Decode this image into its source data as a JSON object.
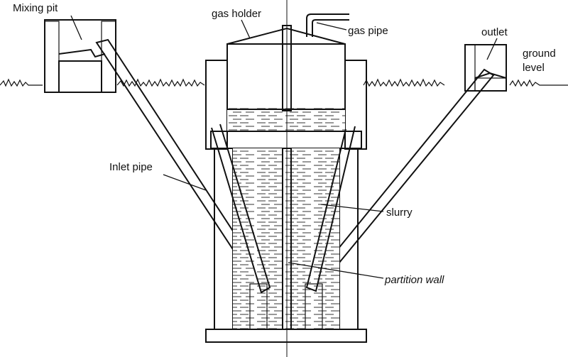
{
  "labels": {
    "mixing_pit": "Mixing pit",
    "gas_holder": "gas holder",
    "gas_pipe": "gas pipe",
    "outlet": "outlet",
    "ground_level_line1": "ground",
    "ground_level_line2": "level",
    "inlet_pipe": "Inlet pipe",
    "slurry": "slurry",
    "partition_wall": "partition wall"
  }
}
